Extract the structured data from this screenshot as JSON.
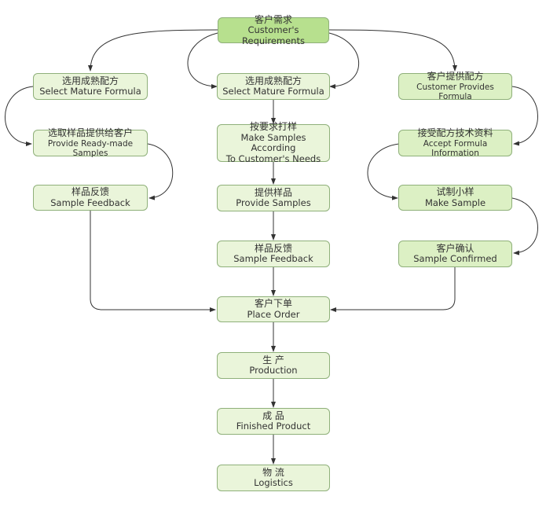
{
  "nodes": {
    "requirements": {
      "zh": "客户需求",
      "en": "Customer's Requirements"
    },
    "left1": {
      "zh": "选用成熟配方",
      "en": "Select Mature Formula"
    },
    "left2": {
      "zh": "选取样品提供给客户",
      "en": "Provide Ready-made Samples"
    },
    "left3": {
      "zh": "样品反馈",
      "en": "Sample Feedback"
    },
    "center1": {
      "zh": "选用成熟配方",
      "en": "Select Mature Formula"
    },
    "center2": {
      "zh": "按要求打样",
      "en1": "Make Samples According",
      "en2": "To Customer's Needs"
    },
    "center3": {
      "zh": "提供样品",
      "en": "Provide Samples"
    },
    "center4": {
      "zh": "样品反馈",
      "en": "Sample Feedback"
    },
    "right1": {
      "zh": "客户提供配方",
      "en": "Customer Provides Formula"
    },
    "right2": {
      "zh": "接受配方技术资料",
      "en": "Accept Formula Information"
    },
    "right3": {
      "zh": "试制小样",
      "en": "Make Sample"
    },
    "right4": {
      "zh": "客户确认",
      "en": "Sample Confirmed"
    },
    "order": {
      "zh": "客户下单",
      "en": "Place Order"
    },
    "production": {
      "zh": "生 产",
      "en": "Production"
    },
    "finished": {
      "zh": "成 品",
      "en": "Finished Product"
    },
    "logistics": {
      "zh": "物 流",
      "en": "Logistics"
    }
  },
  "colors": {
    "top_node": "#b7e08e",
    "right_column_node": "#dcf0c4",
    "light_node": "#eaf5da",
    "border": "#8fb07a",
    "arrow": "#333333"
  }
}
